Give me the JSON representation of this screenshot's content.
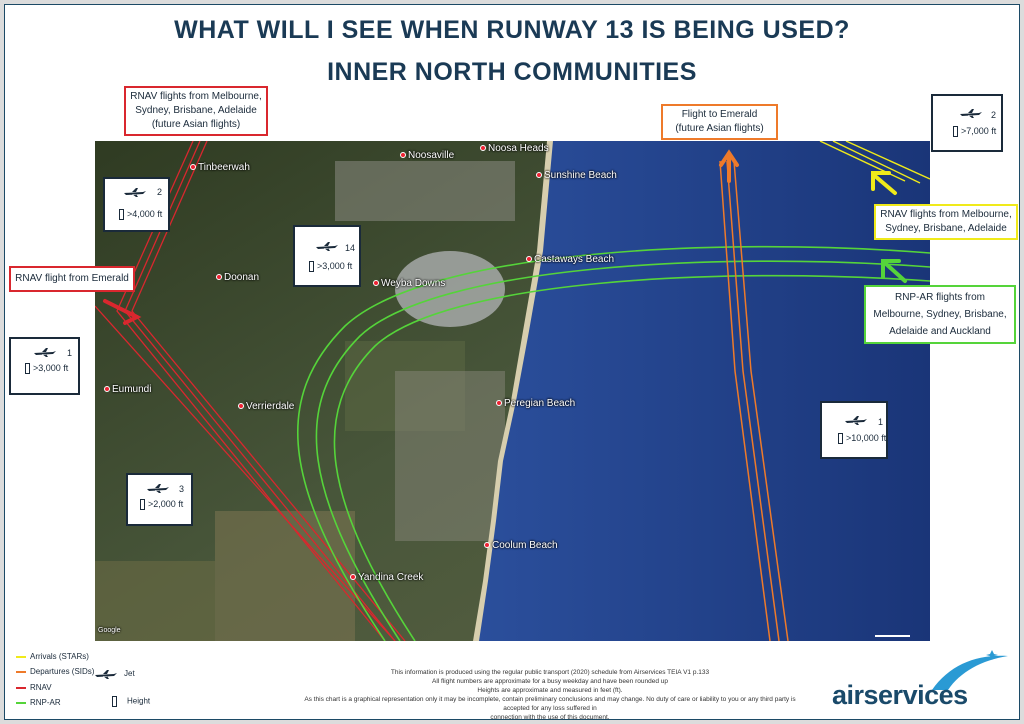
{
  "title": {
    "line1": "WHAT WILL I SEE WHEN RUNWAY 13 IS BEING USED?",
    "line2": "INNER NORTH COMMUNITIES"
  },
  "places": [
    {
      "id": "noosaville",
      "label": "Noosaville"
    },
    {
      "id": "noosa-heads",
      "label": "Noosa Heads"
    },
    {
      "id": "sunshine-beach",
      "label": "Sunshine Beach"
    },
    {
      "id": "tinbeerwah",
      "label": "Tinbeerwah"
    },
    {
      "id": "doonan",
      "label": "Doonan"
    },
    {
      "id": "weyba-downs",
      "label": "Weyba Downs"
    },
    {
      "id": "castaways-beach",
      "label": "Castaways Beach"
    },
    {
      "id": "eumundi",
      "label": "Eumundi"
    },
    {
      "id": "verrierdale",
      "label": "Verrierdale"
    },
    {
      "id": "peregian-beach",
      "label": "Peregian Beach"
    },
    {
      "id": "coolum-beach",
      "label": "Coolum Beach"
    },
    {
      "id": "yandina-creek",
      "label": "Yandina Creek"
    }
  ],
  "callouts": {
    "rnav_melbourne_west": "RNAV flights from Melbourne, Sydney, Brisbane, Adelaide (future Asian flights)",
    "flight_to_emerald": "Flight to Emerald (future Asian flights)",
    "rnav_emerald": "RNAV flight from Emerald",
    "rnav_melbourne_east": "RNAV flights from Melbourne, Sydney, Brisbane, Adelaide",
    "rnp_ar": "RNP-AR flights from Melbourne, Sydney, Brisbane, Adelaide and Auckland"
  },
  "infoboxes": {
    "red_2": {
      "count": "2",
      "height": ">4,000 ft"
    },
    "red_1": {
      "count": "1",
      "height": ">3,000 ft"
    },
    "red_3": {
      "count": "3",
      "height": ">2,000 ft"
    },
    "green_14": {
      "count": "14",
      "height": ">3,000 ft"
    },
    "yellow_2": {
      "count": "2",
      "height": ">7,000 ft"
    },
    "orange_1": {
      "count": "1",
      "height": ">10,000 ft"
    }
  },
  "legend": {
    "arrivals": "Arrivals (STARs)",
    "departures": "Departures (SIDs)",
    "rnav": "RNAV",
    "rnp_ar": "RNP-AR",
    "jet": "Jet",
    "height": "Height"
  },
  "disclaimer": [
    "This information is produced using the regular public transport (2020) schedule from Airservices TEIA V1 p.133",
    "All flight numbers are approximate for a busy weekday and have been rounded up",
    "Heights are approximate and measured in feet (ft).",
    "As this chart is a graphical representation only it may be incomplete, contain preliminary conclusions and may change. No duty of care or liability to you or any third party is accepted for any loss suffered in",
    "connection with the use of this document."
  ],
  "map_attribution": "Google",
  "brand": "airservices",
  "colors": {
    "title": "#1a3a55",
    "arrivals": "#f0ea1a",
    "departures": "#ee7a2a",
    "rnav": "#d9272e",
    "rnp_ar": "#55d43a",
    "ocean": "#1f3f8f",
    "land": "#3b4a2a"
  }
}
